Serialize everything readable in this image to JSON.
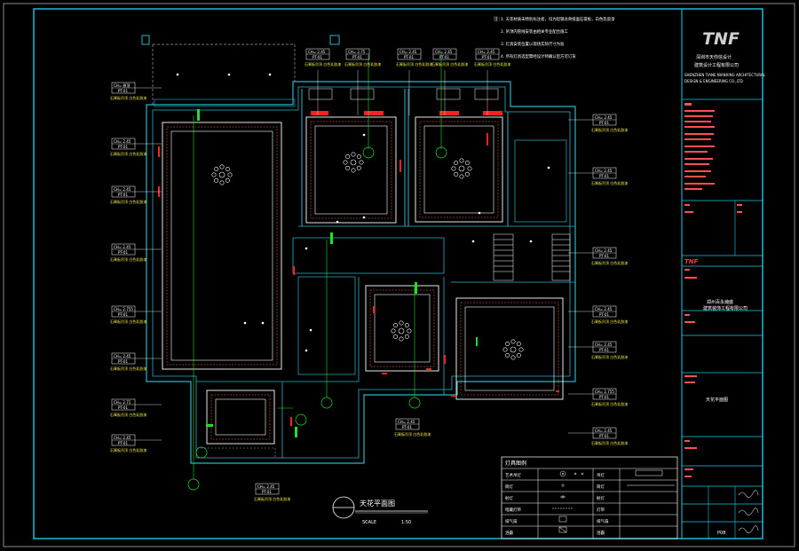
{
  "title_block": {
    "logo": "TNF",
    "company_cn": "深圳市天你信设计",
    "company_cn2": "建筑设计工程有限公司",
    "company_en1": "SHENZHEN TIANE NIANXING ARCHITECTURAL",
    "company_en2": "DESIGN & ENGINEERING CO.,LTD",
    "project_company": "郑州百永瀚盛",
    "project_company2": "建筑装饰工程有限公司",
    "drawing_name": "天花平面图",
    "sheet_no": "P08",
    "stamp_label": "TNF"
  },
  "drawing": {
    "title": "天花平面图",
    "scale_label": "SCALE",
    "scale_value": "1:50"
  },
  "notes": {
    "header": "注：",
    "lines": [
      "1. 天花材质未特别标注者，均为轻钢龙骨纸面石膏板，白色乳胶漆",
      "2. 吊顶内管线安装由相关专业配合施工",
      "3. 灯具安装位置以现场实际尺寸为准",
      "4. 所有灯具选型需经设计师确认后方可订货"
    ]
  },
  "legend": {
    "title": "灯具图例",
    "items": [
      {
        "label": "艺术吊灯",
        "desc": "吊灯"
      },
      {
        "label": "筒灯",
        "desc": "筒灯"
      },
      {
        "label": "射灯",
        "desc": "射灯"
      },
      {
        "label": "暗藏灯带",
        "desc": "灯带"
      },
      {
        "label": "排气扇",
        "desc": "排气扇"
      },
      {
        "label": "浴霸",
        "desc": "浴霸"
      }
    ]
  },
  "tags": {
    "top": [
      {
        "code": "CH= 2.45",
        "mat": "PT-01"
      },
      {
        "code": "CH= 2.75",
        "mat": "PT-01"
      },
      {
        "code": "CH= 2.45",
        "mat": "PT-01"
      },
      {
        "code": "CH= 2.45",
        "mat": "PT-01"
      },
      {
        "code": "CH= 2.45",
        "mat": "PT-01"
      }
    ],
    "left": [
      {
        "code": "CH= 原顶",
        "mat": "PT-01"
      },
      {
        "code": "CH= 2.45",
        "mat": "PT-01"
      },
      {
        "code": "CH= 2.45",
        "mat": "PT-01"
      },
      {
        "code": "CH= 2.45",
        "mat": "PT-01"
      },
      {
        "code": "CH= 2.755",
        "mat": "PT-01"
      },
      {
        "code": "CH= 2.45",
        "mat": "PT-01"
      },
      {
        "code": "CH= 2.71",
        "mat": "PT-01"
      },
      {
        "code": "CH= 2.45",
        "mat": "PT-01"
      }
    ],
    "right": [
      {
        "code": "CH= 2.45",
        "mat": "PT-01"
      },
      {
        "code": "CH= 2.45",
        "mat": "PT-01"
      },
      {
        "code": "CH= 2.45",
        "mat": "PT-01"
      },
      {
        "code": "CH= 2.45",
        "mat": "PT-01"
      },
      {
        "code": "CH= 2.45",
        "mat": "PT-01"
      },
      {
        "code": "CH= 2.755",
        "mat": "PT-01"
      },
      {
        "code": "CH= 2.45",
        "mat": "PT-01"
      }
    ],
    "bottom": [
      {
        "code": "CH= 2.45",
        "mat": "PT-01"
      },
      {
        "code": "CH= 2.45",
        "mat": "PT-01"
      }
    ],
    "tag_note": "石膏板吊顶 白色乳胶漆"
  },
  "colors": {
    "frame": "#1ec8e6",
    "wall": "#2ab5c8",
    "gypsum": "#ffffff",
    "accent_green": "#22e022",
    "tag_yellow": "#e8e84a",
    "red": "#ff2020",
    "title_blue": "#8fd0ff"
  }
}
